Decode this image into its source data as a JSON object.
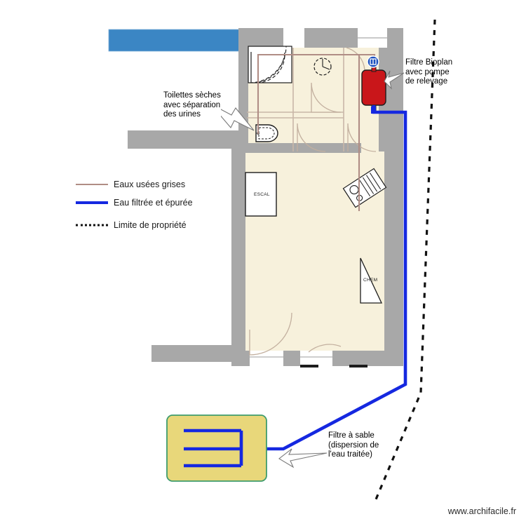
{
  "document": {
    "type": "floor-plan",
    "watermark": "www.archifacile.fr"
  },
  "legend": {
    "items": [
      {
        "label": "Eaux usées grises",
        "style": "solid",
        "color": "#b08d85",
        "icon": "line-swatch-greywater"
      },
      {
        "label": "Eau filtrée et épurée",
        "style": "solid",
        "color": "#1528e0",
        "icon": "line-swatch-treatedwater"
      },
      {
        "label": "Limite de propriété",
        "style": "dashed",
        "color": "#111111",
        "icon": "line-swatch-propertyline"
      }
    ]
  },
  "annotations": {
    "toilets": {
      "lines": [
        "Toilettes sèches",
        "avec séparation",
        "des urines"
      ],
      "text": "Toilettes sèches\navec séparation\ndes urines"
    },
    "bioplan": {
      "lines": [
        "Filtre Bioplan",
        "avec pompe",
        "de relevage"
      ],
      "text": "Filtre Bioplan\navec pompe\nde relevage"
    },
    "sand_filter": {
      "lines": [
        "Filtre à sable",
        "(dispersion de",
        "l'eau traitée)"
      ],
      "text": "Filtre à sable\n(dispersion de\nl'eau traitée)"
    }
  },
  "room_tags": {
    "stairs": "ESCAL",
    "chimney": "CHEM"
  },
  "colors": {
    "wall": "#a8a8a8",
    "floor": "#f7f1dc",
    "greywater_pipe": "#b08d85",
    "treated_pipe": "#1528e0",
    "tank": "#c9161a",
    "sand_filter_fill": "#e8d77a",
    "sand_filter_border": "#3f9c6d",
    "banner_blue": "#3b86c4",
    "property_line": "#111111",
    "background": "#ffffff"
  },
  "elements": {
    "tank": {
      "name": "Filtre Bioplan",
      "valve_icon": "valve-icon"
    },
    "sand_filter": {
      "name": "Filtre à sable"
    },
    "toilet": {
      "name": "Toilettes sèches"
    },
    "shower": {
      "name": "Douche"
    },
    "sink": {
      "name": "Lavabo"
    },
    "kitchen_unit": {
      "name": "Évier cuisine"
    },
    "banner": {
      "name": "Bandeau bleu"
    }
  }
}
